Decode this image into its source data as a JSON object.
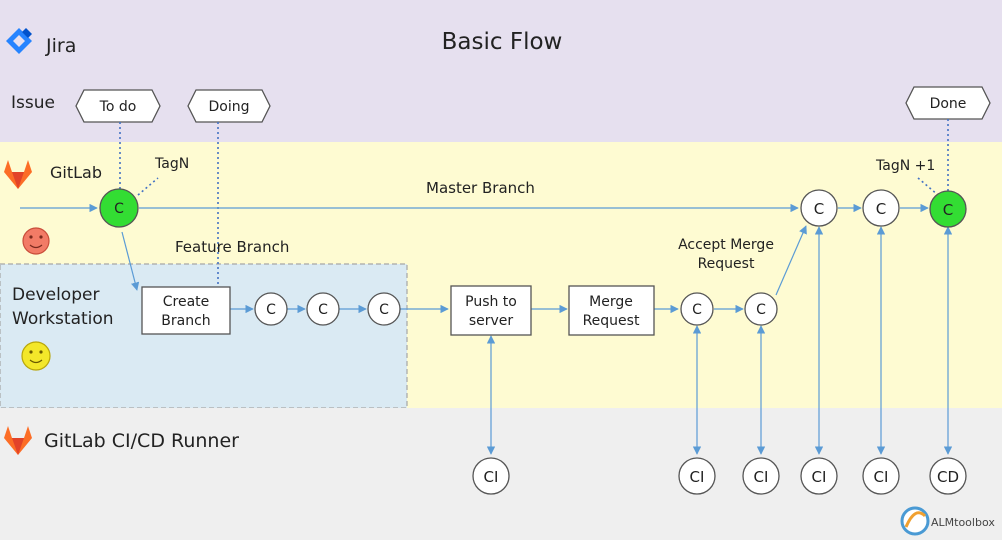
{
  "title": "Basic Flow",
  "lanes": {
    "jira": "Jira",
    "issue": "Issue",
    "gitlab": "GitLab",
    "developer_line1": "Developer",
    "developer_line2": "Workstation",
    "runner": "GitLab CI/CD Runner"
  },
  "issue_states": {
    "todo": "To do",
    "doing": "Doing",
    "done": "Done"
  },
  "tags": {
    "tag_n": "TagN",
    "tag_n_plus": "TagN +1"
  },
  "branches": {
    "master": "Master Branch",
    "feature": "Feature Branch"
  },
  "accept_merge": {
    "line1": "Accept Merge",
    "line2": "Request"
  },
  "boxes": {
    "create_branch": {
      "line1": "Create",
      "line2": "Branch"
    },
    "push": {
      "line1": "Push to",
      "line2": "server"
    },
    "merge_request": {
      "line1": "Merge",
      "line2": "Request"
    }
  },
  "commit_label": "C",
  "ci_label": "CI",
  "cd_label": "CD",
  "watermark": "ALMtoolbox",
  "colors": {
    "jira_band": "#e6e0ef",
    "gitlab_band": "#fefbd2",
    "developer_band": "#daeaf3",
    "runner_band": "#efefef",
    "arrow": "#5b9bd5",
    "commit_green": "#33dd33",
    "jira_blue": "#2684ff",
    "gitlab_orange": "#fc6d26"
  }
}
